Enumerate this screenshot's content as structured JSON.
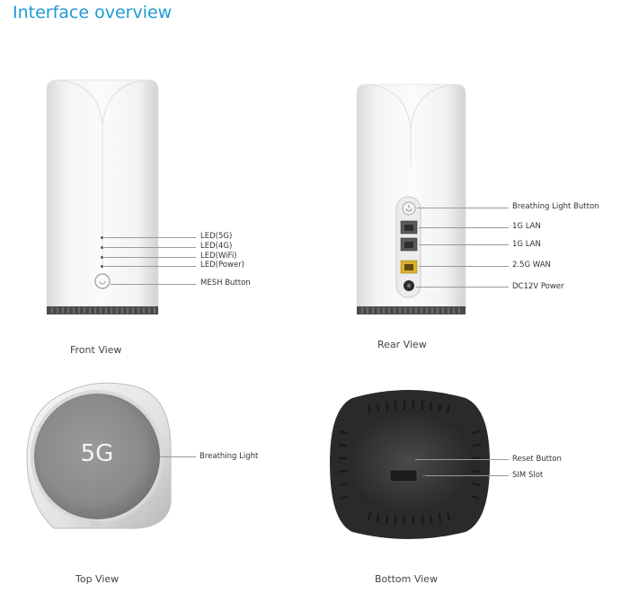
{
  "header": {
    "title": "Interface overview"
  },
  "front_view": {
    "caption": "Front View",
    "labels": [
      "LED(5G)",
      "LED(4G)",
      "LED(WiFi)",
      "LED(Power)",
      "MESH Button"
    ]
  },
  "rear_view": {
    "caption": "Rear View",
    "labels": [
      "Breathing Light Button",
      "1G LAN",
      "1G LAN",
      "2.5G WAN",
      "DC12V Power"
    ]
  },
  "top_view": {
    "caption": "Top View",
    "badge": "5G",
    "labels": [
      "Breathing Light"
    ]
  },
  "bottom_view": {
    "caption": "Bottom View",
    "labels": [
      "Reset Button",
      "SIM Slot"
    ]
  },
  "colors": {
    "title": "#1e9ad6",
    "wan_port": "#d8b02a"
  }
}
